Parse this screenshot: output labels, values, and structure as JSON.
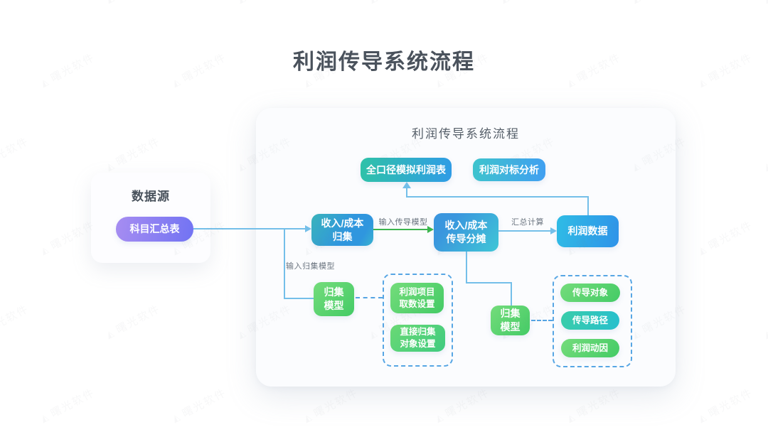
{
  "title": "利润传导系统流程",
  "panel": {
    "subtitle": "利润传导系统流程"
  },
  "datasource": {
    "heading": "数据源",
    "node": "科目汇总表"
  },
  "nodes": {
    "sim_profit_table": "全口径模拟利润表",
    "benchmark": "利润对标分析",
    "income_collect": {
      "lines": [
        "收入/成本",
        "归集"
      ]
    },
    "income_allocate": {
      "lines": [
        "收入/成本",
        "传导分摊"
      ]
    },
    "profit_data": "利润数据",
    "collect_model_left": {
      "lines": [
        "归集",
        "模型"
      ]
    },
    "collect_model_right": {
      "lines": [
        "归集",
        "模型"
      ]
    },
    "profit_item_settings": {
      "lines": [
        "利润项目",
        "取数设置"
      ]
    },
    "direct_collect_settings": {
      "lines": [
        "直接归集",
        "对象设置"
      ]
    },
    "transmission_object": "传导对象",
    "transmission_path": "传导路径",
    "profit_driver": "利润动因"
  },
  "edge_labels": {
    "input_transmission_model": "输入传导模型",
    "summary_calculation": "汇总计算",
    "input_collect_model": "输入归集模型"
  },
  "watermark": {
    "text": "曙光软件",
    "logo_glyph": "◭"
  },
  "colors": {
    "line_blue": "#74bfe9",
    "arrow_green": "#3cb54e",
    "dashed_blue": "#57a6e4",
    "title_gray": "#4a525c",
    "purple_gradient": [
      "#a78df1",
      "#7173f3"
    ],
    "teal_blue_gradient": [
      "#2fc2a8",
      "#2f9ce6"
    ],
    "cyan_blue_gradient": [
      "#2fbce5",
      "#2f93e9"
    ],
    "green_gradient": [
      "#74dc7b",
      "#44cb66"
    ],
    "teal_gradient": [
      "#39cdaa",
      "#28bfcd"
    ]
  }
}
